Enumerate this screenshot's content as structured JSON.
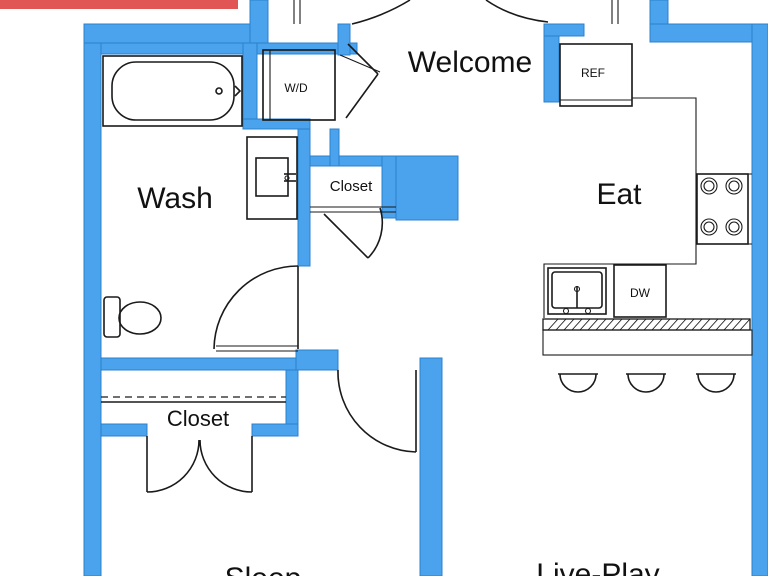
{
  "rooms": {
    "welcome": "Welcome",
    "wash": "Wash",
    "eat": "Eat",
    "closet_hall": "Closet",
    "closet_sleep": "Closet",
    "sleep": "Sleep",
    "live_play": "Live-Play"
  },
  "fixtures": {
    "washer_dryer": "W/D",
    "refrigerator": "REF",
    "dishwasher": "DW"
  },
  "colors": {
    "wall": "#4aa3ec",
    "wall_edge": "#2c80cc",
    "header_badge": "#e25555",
    "line": "#1a1a1a"
  }
}
